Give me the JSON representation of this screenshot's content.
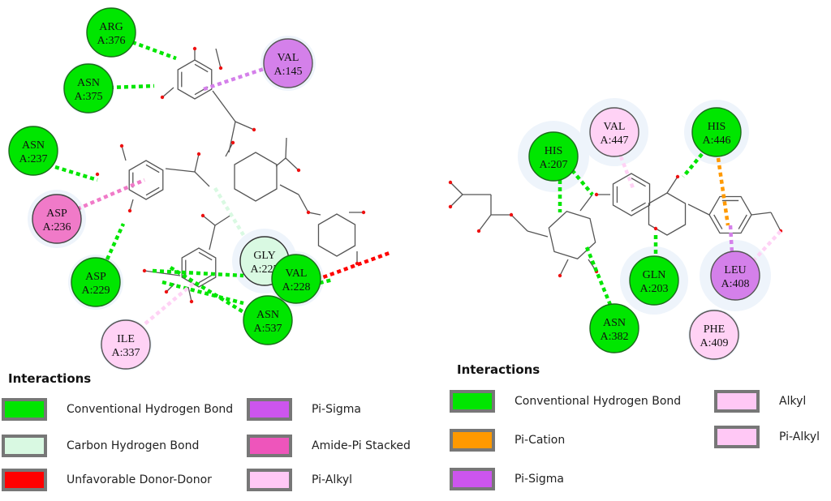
{
  "panels": [
    {
      "id": "left",
      "residues": [
        {
          "id": "arg376",
          "name": "ARG",
          "num": "A:376",
          "type": "hbond"
        },
        {
          "id": "val145",
          "name": "VAL",
          "num": "A:145",
          "type": "pisigma"
        },
        {
          "id": "asn375",
          "name": "ASN",
          "num": "A:375",
          "type": "hbond"
        },
        {
          "id": "asn237",
          "name": "ASN",
          "num": "A:237",
          "type": "hbond"
        },
        {
          "id": "asp236",
          "name": "ASP",
          "num": "A:236",
          "type": "amidepi"
        },
        {
          "id": "asp229",
          "name": "ASP",
          "num": "A:229",
          "type": "hbond"
        },
        {
          "id": "gly225",
          "name": "GLY",
          "num": "A:225",
          "type": "chbond"
        },
        {
          "id": "val228",
          "name": "VAL",
          "num": "A:228",
          "type": "hbond"
        },
        {
          "id": "asn537",
          "name": "ASN",
          "num": "A:537",
          "type": "hbond"
        },
        {
          "id": "ile337",
          "name": "ILE",
          "num": "A:337",
          "type": "pialkyl"
        }
      ],
      "legend": {
        "title": "Interactions",
        "items": [
          {
            "label": "Conventional Hydrogen Bond",
            "color": "#00e600"
          },
          {
            "label": "Carbon Hydrogen Bond",
            "color": "#d9f9e2"
          },
          {
            "label": "Unfavorable Donor-Donor",
            "color": "#ff0000"
          },
          {
            "label": "Pi-Sigma",
            "color": "#cc55ee"
          },
          {
            "label": "Amide-Pi Stacked",
            "color": "#ee55bb"
          },
          {
            "label": "Pi-Alkyl",
            "color": "#ffc8f5"
          }
        ]
      }
    },
    {
      "id": "right",
      "residues": [
        {
          "id": "his207",
          "name": "HIS",
          "num": "A:207",
          "type": "hbond"
        },
        {
          "id": "val447",
          "name": "VAL",
          "num": "A:447",
          "type": "alkyl"
        },
        {
          "id": "his446",
          "name": "HIS",
          "num": "A:446",
          "type": "hbond"
        },
        {
          "id": "gln203",
          "name": "GLN",
          "num": "A:203",
          "type": "hbond"
        },
        {
          "id": "leu408",
          "name": "LEU",
          "num": "A:408",
          "type": "pisigma"
        },
        {
          "id": "asn382",
          "name": "ASN",
          "num": "A:382",
          "type": "hbond"
        },
        {
          "id": "phe409",
          "name": "PHE",
          "num": "A:409",
          "type": "alkyl"
        }
      ],
      "legend": {
        "title": "Interactions",
        "items": [
          {
            "label": "Conventional Hydrogen Bond",
            "color": "#00e600"
          },
          {
            "label": "Pi-Cation",
            "color": "#ff9900"
          },
          {
            "label": "Pi-Sigma",
            "color": "#cc55ee"
          },
          {
            "label": "Alkyl",
            "color": "#ffc8f5"
          },
          {
            "label": "Pi-Alkyl",
            "color": "#ffc8f5"
          }
        ]
      }
    }
  ],
  "type_colors": {
    "hbond": "#00e600",
    "chbond": "#d9f9e2",
    "pisigma": "#d480ea",
    "amidepi": "#f07ac8",
    "pialkyl": "#ffd2f5",
    "alkyl": "#ffd2f5",
    "donordonor": "#ff0000",
    "pication": "#ff9900"
  }
}
